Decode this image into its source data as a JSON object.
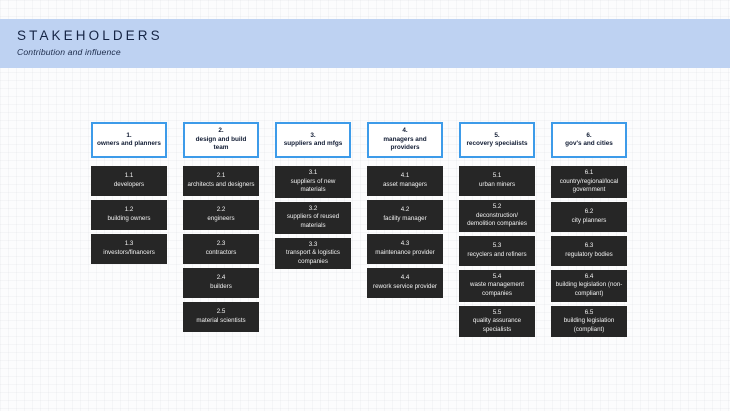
{
  "header": {
    "title": "STAKEHOLDERS",
    "subtitle": "Contribution and influence",
    "band_color": "#bed2f2",
    "title_color": "#152444"
  },
  "theme": {
    "accent_border": "#3d9be9",
    "box_fill": "#262626",
    "box_text": "#f2f2f2",
    "page_background": "#fcfcfd"
  },
  "columns": [
    {
      "header_num": "1.",
      "header_label": "owners and planners",
      "items": [
        {
          "num": "1.1",
          "label": "developers"
        },
        {
          "num": "1.2",
          "label": "building owners"
        },
        {
          "num": "1.3",
          "label": "investors/financers"
        }
      ]
    },
    {
      "header_num": "2.",
      "header_label": "design and build team",
      "items": [
        {
          "num": "2.1",
          "label": "architects and designers"
        },
        {
          "num": "2.2",
          "label": "engineers"
        },
        {
          "num": "2.3",
          "label": "contractors"
        },
        {
          "num": "2.4",
          "label": "builders"
        },
        {
          "num": "2.5",
          "label": "material scientists"
        }
      ]
    },
    {
      "header_num": "3.",
      "header_label": "suppliers and mfgs",
      "items": [
        {
          "num": "3.1",
          "label": "suppliers of new materials"
        },
        {
          "num": "3.2",
          "label": "suppliers of reused materials"
        },
        {
          "num": "3.3",
          "label": "transport & logistics companies"
        }
      ]
    },
    {
      "header_num": "4.",
      "header_label": "managers and providers",
      "items": [
        {
          "num": "4.1",
          "label": "asset managers"
        },
        {
          "num": "4.2",
          "label": "facility manager"
        },
        {
          "num": "4.3",
          "label": "maintenance provider"
        },
        {
          "num": "4.4",
          "label": "rework service provider"
        }
      ]
    },
    {
      "header_num": "5.",
      "header_label": "recovery specialists",
      "items": [
        {
          "num": "5.1",
          "label": "urban miners"
        },
        {
          "num": "5.2",
          "label": "deconstruction/ demolition companies"
        },
        {
          "num": "5.3",
          "label": "recyclers and refiners"
        },
        {
          "num": "5.4",
          "label": "waste management companies"
        },
        {
          "num": "5.5",
          "label": "quality assurance specialists"
        }
      ]
    },
    {
      "header_num": "6.",
      "header_label": "gov's and cities",
      "items": [
        {
          "num": "6.1",
          "label": "country/regional/local government"
        },
        {
          "num": "6.2",
          "label": "city planners"
        },
        {
          "num": "6.3",
          "label": "regulatory bodies"
        },
        {
          "num": "6.4",
          "label": "building legislation (non-compliant)"
        },
        {
          "num": "6.5",
          "label": "building legislation (compliant)"
        }
      ]
    }
  ]
}
